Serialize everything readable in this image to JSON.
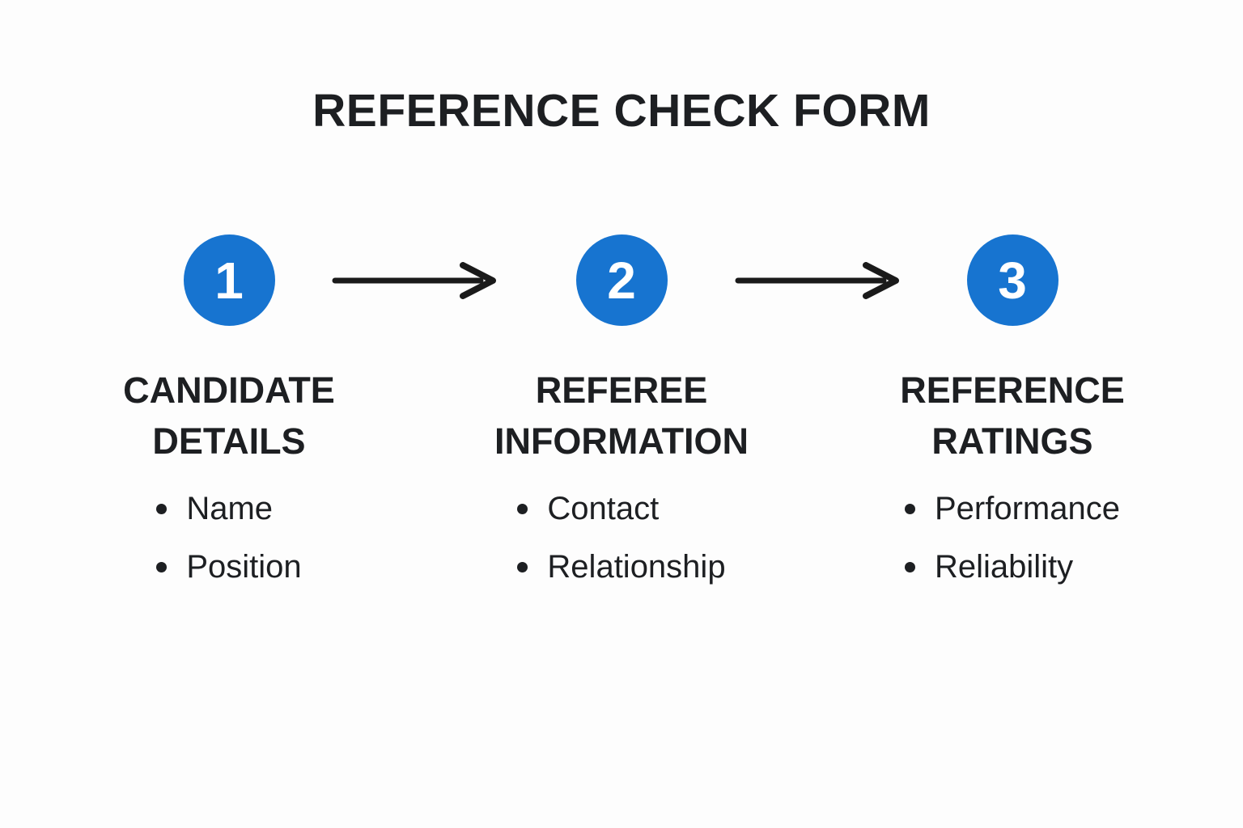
{
  "title": "REFERENCE CHECK FORM",
  "steps": [
    {
      "number": "1",
      "heading": "CANDIDATE DETAILS",
      "items": [
        "Name",
        "Position"
      ]
    },
    {
      "number": "2",
      "heading": "REFEREE INFORMATION",
      "items": [
        "Contact",
        "Relationship"
      ]
    },
    {
      "number": "3",
      "heading": "REFERENCE RATINGS",
      "items": [
        "Performance",
        "Reliability"
      ]
    }
  ],
  "icons": {
    "connector": "arrow-right-icon"
  },
  "colors": {
    "step_badge_blue": "#1774d0",
    "step_number_white": "#ffffff",
    "text_dark": "#1d1f22",
    "arrow_black": "#1a1a1a",
    "background": "#fdfdfd"
  }
}
